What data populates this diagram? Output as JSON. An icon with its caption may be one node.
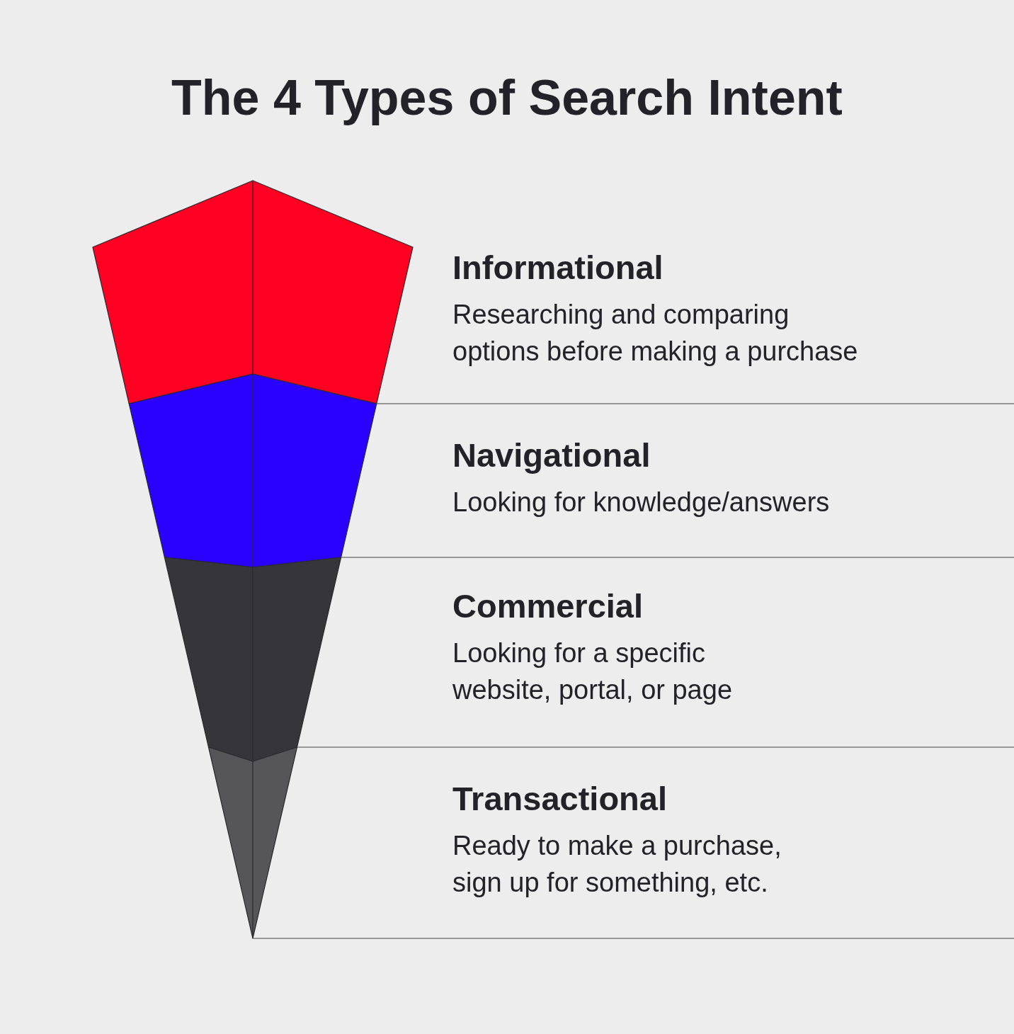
{
  "diagram": {
    "title": "The 4 Types of Search Intent",
    "nodes": [
      {
        "text": [],
        "shape": "pentagon",
        "beside": [
          "Informational",
          "Researching and comparing options before making a purchase"
        ]
      },
      {
        "text": [],
        "shape": "hexagon",
        "beside": [
          "Navigational",
          "Looking for knowledge/answers"
        ]
      },
      {
        "text": [],
        "shape": "hexagon",
        "beside": [
          "Commercial",
          "Looking for a specific website, portal, or page"
        ]
      },
      {
        "text": [],
        "shape": "triangle",
        "beside": [
          "Transactional",
          "Ready to make a purchase, sign up for something, etc."
        ]
      }
    ]
  }
}
